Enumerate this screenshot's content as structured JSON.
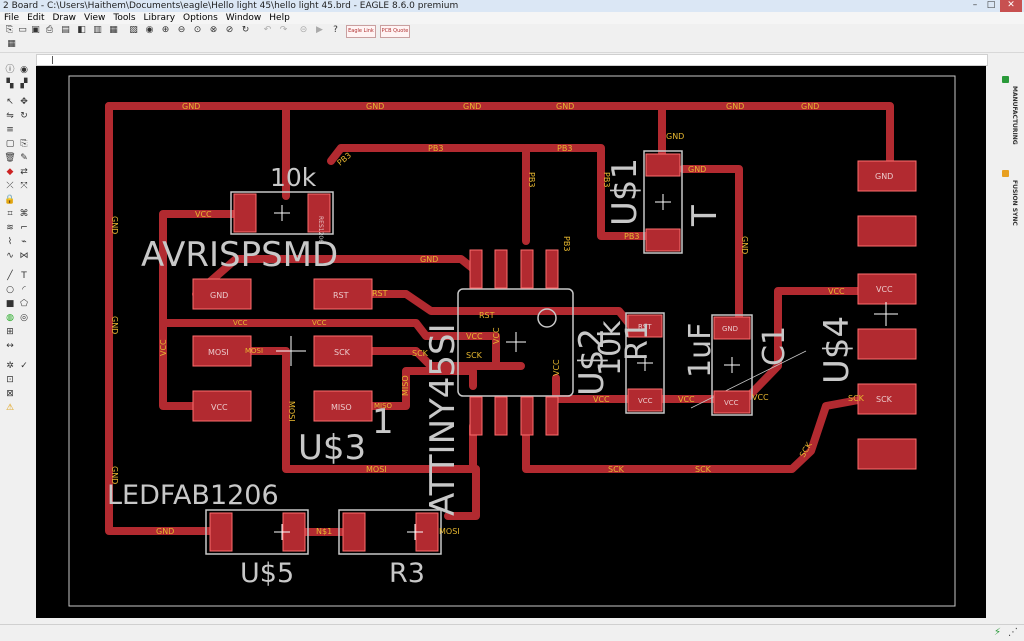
{
  "window": {
    "title": "2 Board - C:\\Users\\Haithem\\Documents\\eagle\\Hello light 45\\hello light 45.brd - EAGLE 8.6.0 premium",
    "minimize": "–",
    "maximize": "□",
    "close": "✕"
  },
  "menu": [
    "File",
    "Edit",
    "Draw",
    "View",
    "Tools",
    "Library",
    "Options",
    "Window",
    "Help"
  ],
  "toolbar": {
    "badge_eagle": "Eagle Link",
    "badge_pcb": "PCB Quote"
  },
  "coord": {
    "value": "|"
  },
  "right_panel": {
    "manufacturing": "MANUFACTURING",
    "fusion": "FUSION SYNC"
  },
  "colors": {
    "trace": "#b22a30",
    "pad": "#b22a30",
    "silk": "#c8c8c8",
    "net": "#e8b830",
    "background": "#000000",
    "outline": "#c8c8c8"
  },
  "board": {
    "components": {
      "r10k": {
        "value": "10k",
        "pin": "RES1206"
      },
      "avrisp": {
        "name": "AVRISPSMD"
      },
      "u3": {
        "name": "U$3"
      },
      "attiny": {
        "value": "ATTINY45SI",
        "name": "U$2"
      },
      "u1": {
        "name": "U$1",
        "value": "T"
      },
      "r10kb": {
        "value": "10k",
        "name": "R1"
      },
      "c1": {
        "value": "1uF",
        "name": "C1"
      },
      "u4": {
        "name": "U$4"
      },
      "led": {
        "value": "LEDFAB1206",
        "name": "U$5"
      },
      "r3": {
        "name": "R3"
      },
      "digit1": {
        "name": "1"
      }
    },
    "pads": {
      "avr_gnd": "GND",
      "avr_rst": "RST",
      "avr_mosi": "MOSI",
      "avr_sck": "SCK",
      "avr_vcc": "VCC",
      "avr_miso": "MISO",
      "u1_gnd": "GND",
      "u1_pb3": "PB3",
      "r1_rst": "RST",
      "r1_vcc": "VCC",
      "c1_gnd": "GND",
      "c1_vcc": "VCC",
      "u4_gnd": "GND",
      "u4_vcc": "VCC",
      "u4_sck": "SCK",
      "led_gnd": "GND",
      "led_n1": "N$1",
      "r3_n1": "N$1",
      "r3_mosi": "MOSI"
    },
    "nets": {
      "gnd1": "GND",
      "gnd2": "GND",
      "gnd3": "GND",
      "gnd4": "GND",
      "gnd5": "GND",
      "gnd6": "GND",
      "gnd7": "GND",
      "gnd8": "GND",
      "gnd9": "GND",
      "gnd10": "GND",
      "gnd11": "GND",
      "gnd12": "GND",
      "gnd13": "GND",
      "gnd14": "GND",
      "pb3_1": "PB3",
      "pb3_2": "PB3",
      "pb3_3": "PB3",
      "pb3_4": "PB3",
      "pb3_5": "PB3",
      "pb3_6": "PB3",
      "vcc1": "VCC",
      "vcc2": "VCC",
      "vcc3": "VCC",
      "vcc4": "VCC",
      "vcc5": "VCC",
      "vcc6": "VCC",
      "vcc7": "VCC",
      "vcc8": "VCC",
      "vcc9": "VCC",
      "vcc10": "VCC",
      "vcc11": "VCC",
      "rst1": "RST",
      "rst2": "RST",
      "mosi1": "MOSI",
      "mosi2": "MOSI",
      "mosi3": "MOSI",
      "mosi4": "MOSI",
      "sck1": "SCK",
      "sck2": "SCK",
      "sck3": "SCK",
      "sck4": "SCK",
      "sck5": "SCK",
      "sck6": "SCK",
      "miso1": "MISO",
      "miso2": "MISO",
      "n1": "N$1"
    }
  }
}
